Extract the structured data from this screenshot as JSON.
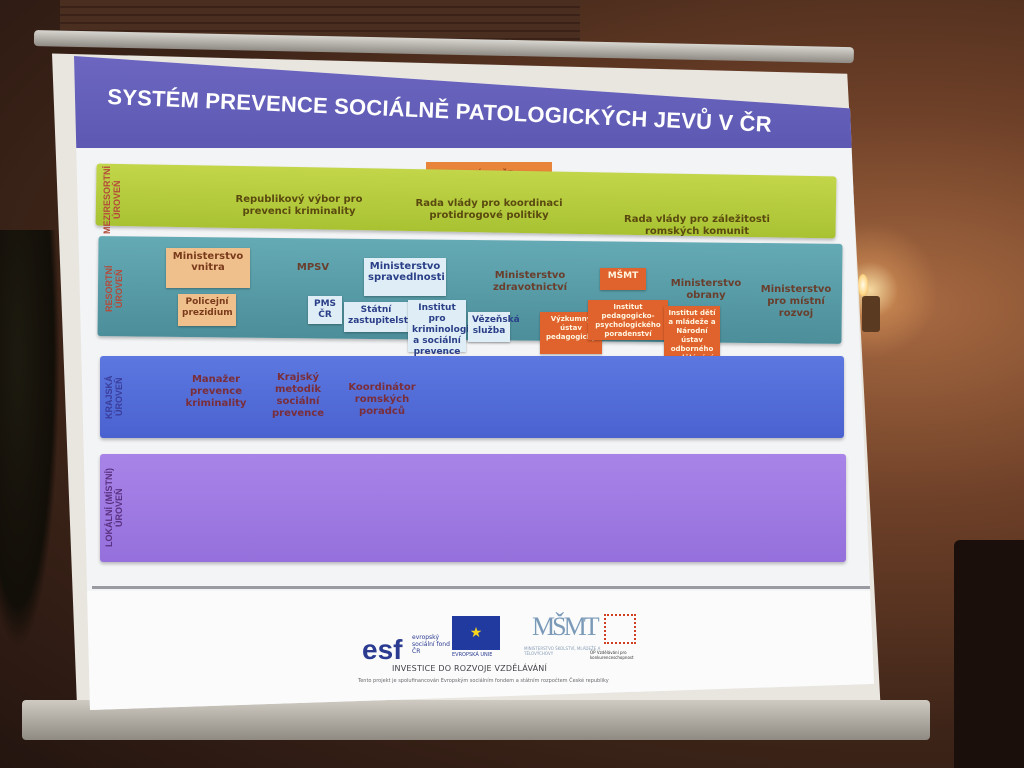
{
  "slide": {
    "title": "SYSTÉM PREVENCE SOCIÁLNĚ PATOLOGICKÝCH JEVŮ V ČR",
    "levels": {
      "intersectoral": "MEZIRESORTNÍ ÚROVEŇ",
      "sectoral": "RESORTNÍ ÚROVEŇ",
      "regional": "KRAJSKÁ ÚROVEŇ",
      "local": "LOKÁLNÍ (MÍSTNÍ) ÚROVEŇ"
    },
    "government": "VLÁDA ČR",
    "intersectoral_bodies": [
      "Republikový výbor pro prevenci kriminality",
      "Rada vlády pro koordinaci protidrogové politiky",
      "Rada vlády pro záležitosti romských komunit"
    ],
    "sectoral": {
      "mv": "Ministerstvo vnitra",
      "police": "Policejní prezidium",
      "mpsv": "MPSV",
      "msp": "Ministerstvo spravedlnosti",
      "pms": "PMS ČR",
      "state_prosecution": "Státní zastupitelství",
      "criminology_institute": "Institut pro kriminologii a sociální prevence",
      "prison_service": "Vězeňská služba",
      "mz": "Ministerstvo zdravotnictví",
      "msmt": "MŠMT",
      "mo": "Ministerstvo obrany",
      "mmr": "Ministerstvo pro místní rozvoj",
      "msmt_sub1": "Výzkumný ústav pedagogický",
      "msmt_sub2": "Institut pedagogicko-psychologického poradenství",
      "msmt_sub3": "Institut dětí a mládeže a Národní ústav odborného vzdělávání"
    },
    "regional": [
      "Manažer prevence kriminality",
      "Krajský metodik sociální prevence",
      "Koordinátor romských poradců"
    ],
    "footer": {
      "esf_logo": "esf",
      "esf_text": "evropský sociální fond v ČR",
      "eu_text": "EVROPSKÁ UNIE",
      "msmt_logo": "MŠMT",
      "msmt_text": "MINISTERSTVO ŠKOLSTVÍ, MLÁDEŽE A TĚLOVÝCHOVY",
      "op_text": "OP Vzdělávání pro konkurenceschopnost",
      "invest": "INVESTICE DO ROZVOJE VZDĚLÁVÁNÍ",
      "fine_print": "Tento projekt je spolufinancován Evropským sociálním fondem a státním rozpočtem České republiky"
    }
  },
  "colors": {
    "title_bar": "#6c66c0",
    "intersectoral_band": "#b5cc3e",
    "sectoral_band": "#5a9ea8",
    "regional_band": "#536cd8",
    "local_band": "#9f7ae2",
    "orange_box": "#e0622c"
  }
}
